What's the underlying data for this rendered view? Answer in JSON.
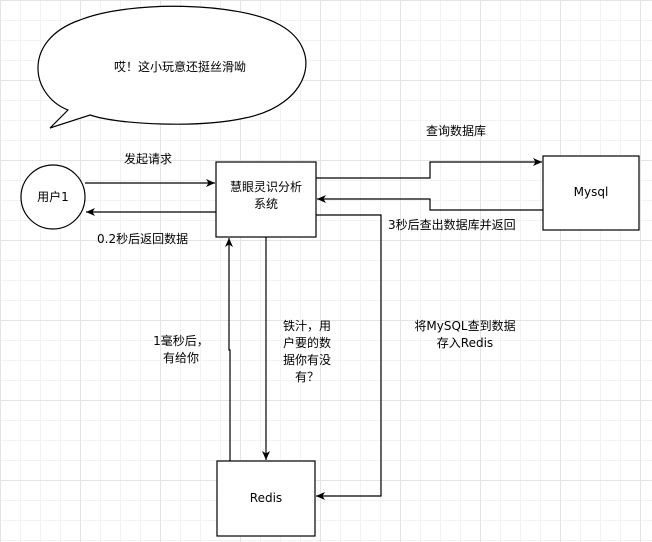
{
  "bubble": {
    "text": "哎！这小玩意还挺丝滑呦"
  },
  "nodes": {
    "user": "用户1",
    "system": [
      "慧眼灵识分析",
      "系统"
    ],
    "mysql": "Mysql",
    "redis": "Redis"
  },
  "edges": {
    "request": "发起请求",
    "response": "0.2秒后返回数据",
    "query_db": "查询数据库",
    "db_return": "3秒后查出数据库并返回",
    "query_redis": [
      "铁汁，用",
      "户要的数",
      "据你有没",
      "有？"
    ],
    "redis_return": [
      "1毫秒后，",
      "有给你"
    ],
    "store_redis": [
      "将MySQL查到数据",
      "存入Redis"
    ]
  }
}
